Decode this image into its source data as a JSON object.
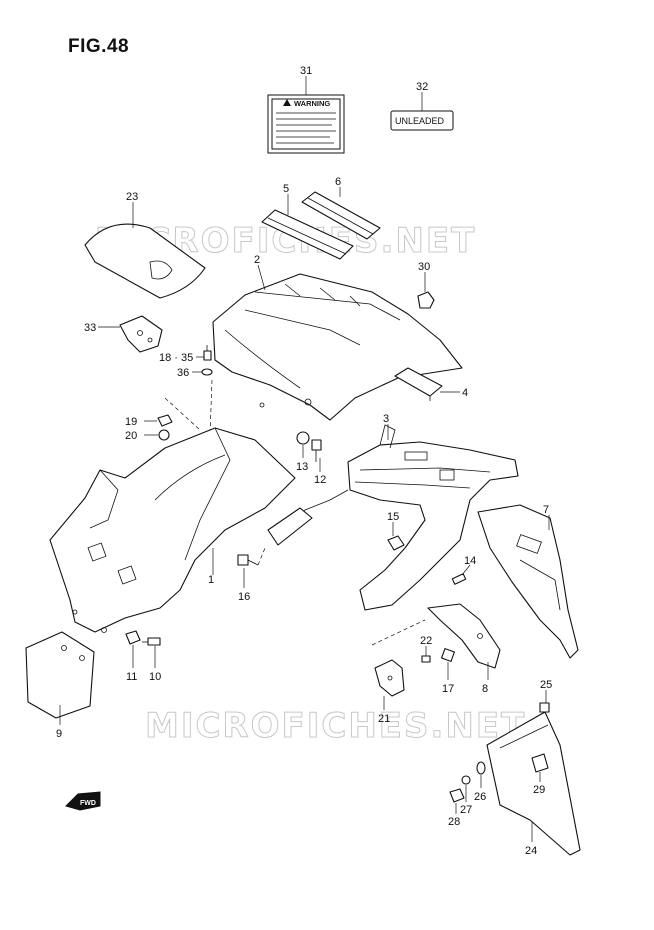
{
  "figure": {
    "title": "FIG.48"
  },
  "watermark": {
    "text": "MICROFICHES.NET"
  },
  "warning_label": {
    "text": "WARNING"
  },
  "unleaded_label": {
    "text": "UNLEADED"
  },
  "fwd_arrow": {
    "text": "FWD"
  },
  "callouts": {
    "c1": "1",
    "c2": "2",
    "c3": "3",
    "c4": "4",
    "c5": "5",
    "c6": "6",
    "c7": "7",
    "c8": "8",
    "c9": "9",
    "c10": "10",
    "c11": "11",
    "c12": "12",
    "c13": "13",
    "c14": "14",
    "c15": "15",
    "c16": "16",
    "c17": "17",
    "c18": "18 · 35",
    "c19": "19",
    "c20": "20",
    "c21": "21",
    "c22": "22",
    "c23": "23",
    "c24": "24",
    "c25": "25",
    "c26": "26",
    "c27": "27",
    "c28": "28",
    "c29": "29",
    "c30": "30",
    "c31": "31",
    "c32": "32",
    "c33": "33",
    "c36": "36"
  }
}
